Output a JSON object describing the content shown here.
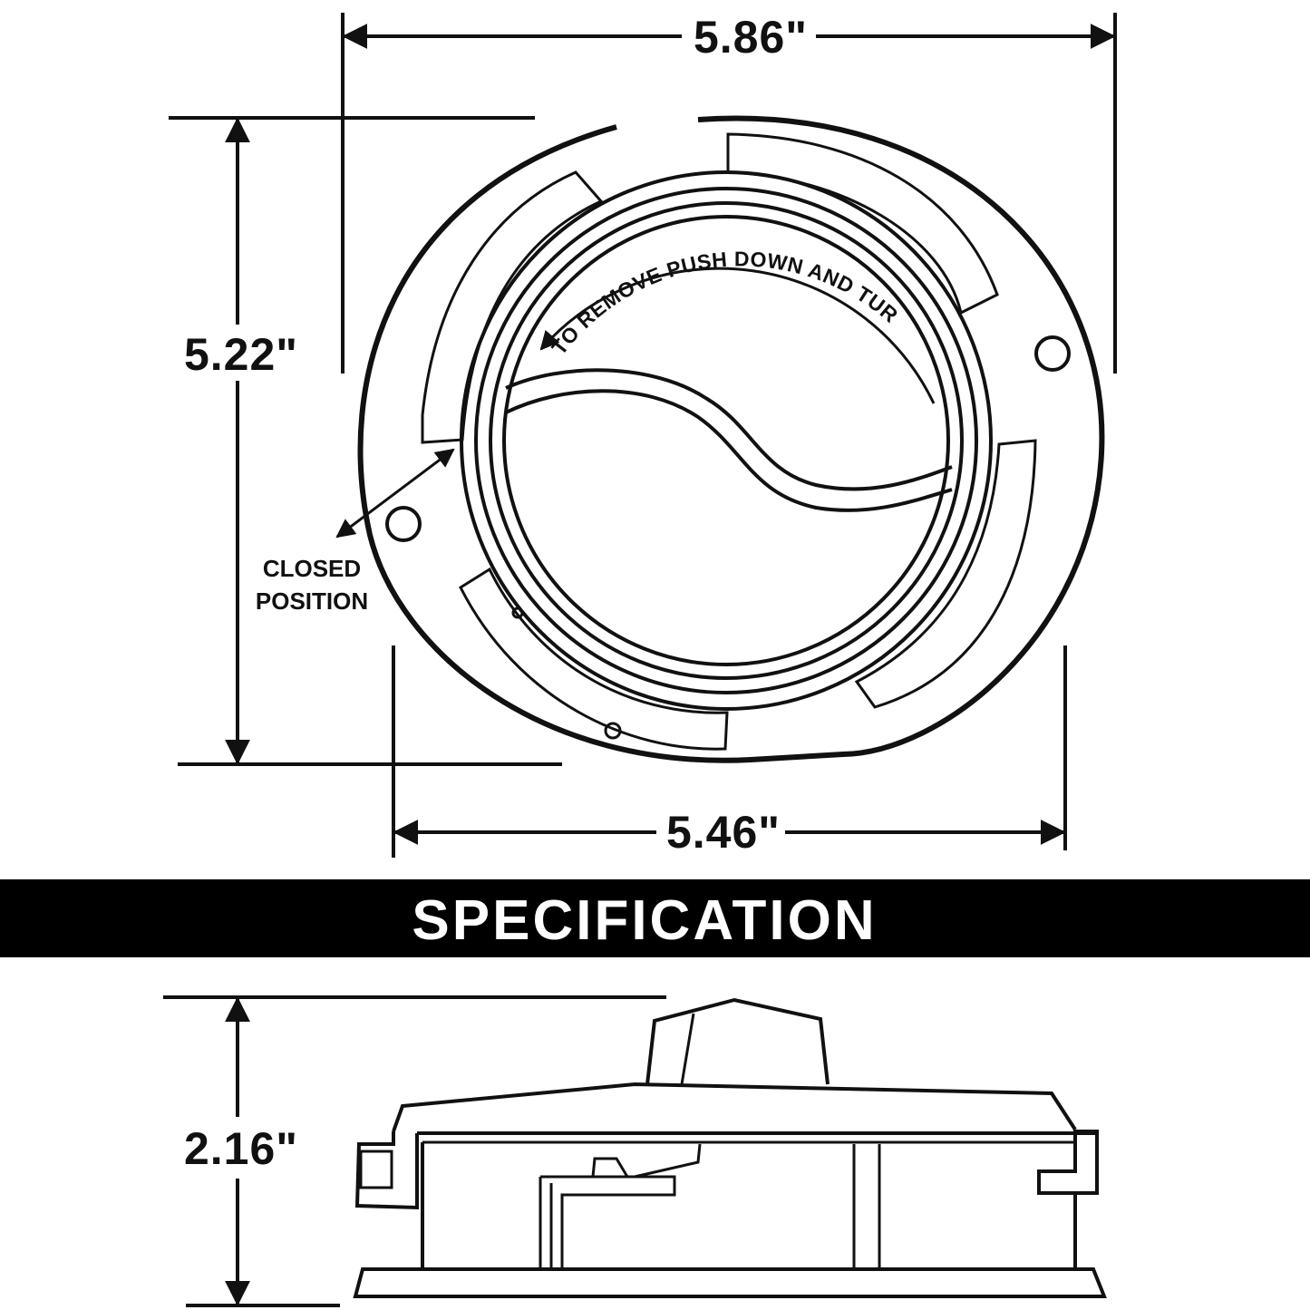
{
  "top_view": {
    "width_label": "5.86\"",
    "height_label": "5.22\"",
    "base_width_label": "5.46\"",
    "instruction": "TO REMOVE PUSH DOWN AND TURN",
    "closed_line1": "CLOSED",
    "closed_line2": "POSITION"
  },
  "banner": {
    "title": "SPECIFICATION",
    "background": "#000000",
    "text_color": "#ffffff"
  },
  "side_view": {
    "height_label": "2.16\""
  }
}
